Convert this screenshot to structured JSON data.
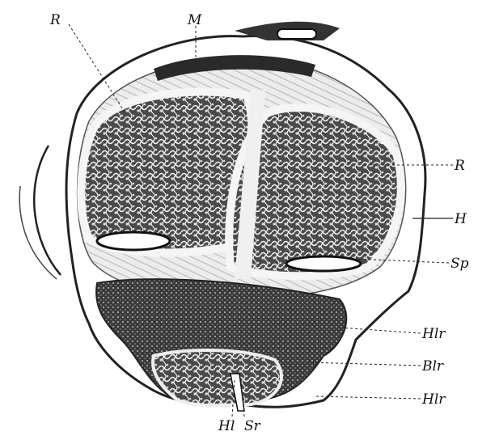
{
  "figure": {
    "labels": {
      "r_top": "R",
      "m": "M",
      "r_right": "R",
      "h": "H",
      "sp": "Sp",
      "hlr_upper": "Hlr",
      "blr": "Blr",
      "hlr_lower": "Hlr",
      "hl": "Hl",
      "sr": "Sr"
    },
    "colors": {
      "ink": "#111111",
      "tissue": "#2b2b2b",
      "sheath": "#e9e9e9",
      "paper": "#ffffff"
    }
  }
}
